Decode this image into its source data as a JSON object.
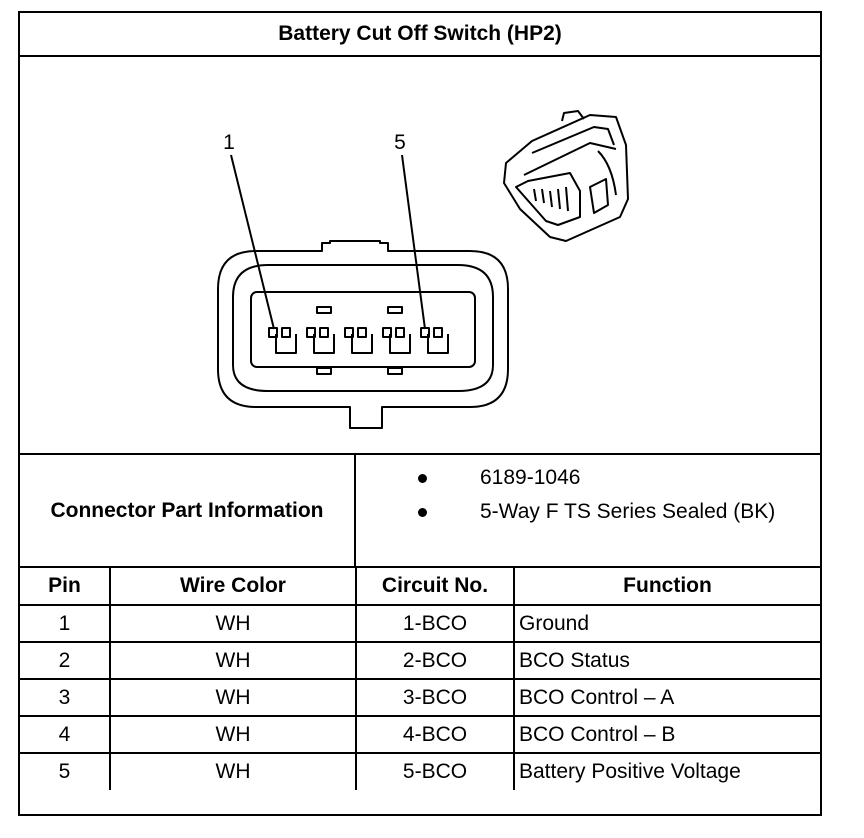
{
  "title": "Battery Cut Off Switch (HP2)",
  "figure": {
    "pin_callouts": [
      "1",
      "5"
    ],
    "connector_icon": "connector-icon",
    "terminal_count": 5
  },
  "connector_info": {
    "label": "Connector Part Information",
    "items": [
      "6189-1046",
      "5-Way F TS Series Sealed (BK)"
    ]
  },
  "table": {
    "headers": [
      "Pin",
      "Wire Color",
      "Circuit No.",
      "Function"
    ],
    "rows": [
      {
        "pin": "1",
        "wire_color": "WH",
        "circuit": "1-BCO",
        "function": "Ground"
      },
      {
        "pin": "2",
        "wire_color": "WH",
        "circuit": "2-BCO",
        "function": "BCO Status"
      },
      {
        "pin": "3",
        "wire_color": "WH",
        "circuit": "3-BCO",
        "function": "BCO Control – A"
      },
      {
        "pin": "4",
        "wire_color": "WH",
        "circuit": "4-BCO",
        "function": "BCO Control – B"
      },
      {
        "pin": "5",
        "wire_color": "WH",
        "circuit": "5-BCO",
        "function": "Battery Positive Voltage"
      }
    ]
  }
}
